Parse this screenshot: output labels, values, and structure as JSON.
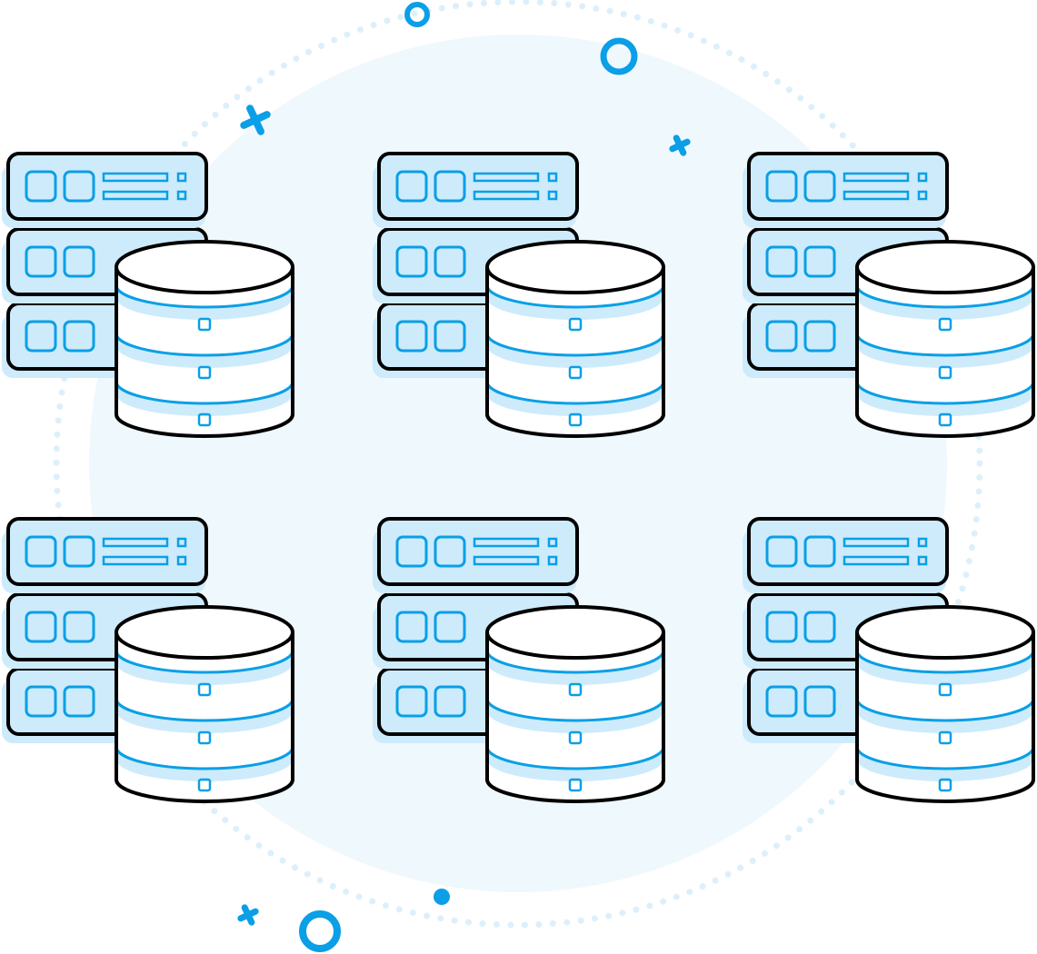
{
  "illustration": {
    "subject": "database-servers",
    "colors": {
      "accent": "#0a9fe6",
      "fill_light": "#cdebfb",
      "background_circle": "#eff8fd",
      "dots": "#dcf0fb",
      "outline": "#000000",
      "white": "#ffffff"
    },
    "grid": {
      "rows": 2,
      "columns": 3
    },
    "units": [
      {
        "name": "server-db-unit-1",
        "row": 0,
        "col": 0
      },
      {
        "name": "server-db-unit-2",
        "row": 0,
        "col": 1
      },
      {
        "name": "server-db-unit-3",
        "row": 0,
        "col": 2
      },
      {
        "name": "server-db-unit-4",
        "row": 1,
        "col": 0
      },
      {
        "name": "server-db-unit-5",
        "row": 1,
        "col": 1
      },
      {
        "name": "server-db-unit-6",
        "row": 1,
        "col": 2
      }
    ],
    "decorations": [
      "ring",
      "ring",
      "ring",
      "plus",
      "plus",
      "plus",
      "dot"
    ]
  }
}
